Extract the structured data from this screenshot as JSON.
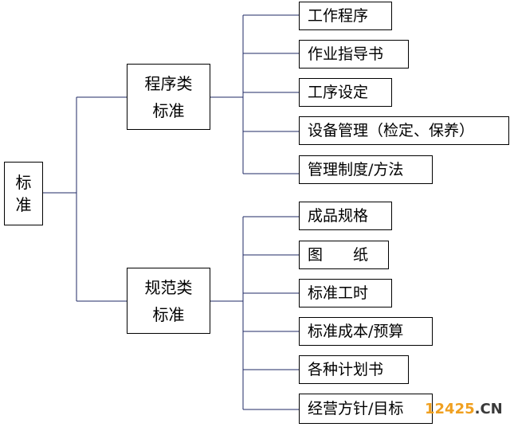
{
  "root": {
    "line1": "标",
    "line2": "准"
  },
  "groups": [
    {
      "label_line1": "程序类",
      "label_line2": "标准",
      "items": [
        "工作程序",
        "作业指导书",
        "工序设定",
        "设备管理（检定、保养）",
        "管理制度/方法"
      ]
    },
    {
      "label_line1": "规范类",
      "label_line2": "标准",
      "items": [
        "成品规格",
        "图　　纸",
        "标准工时",
        "标准成本/预算",
        "各种计划书",
        "经营方针/目标"
      ]
    }
  ],
  "watermark": {
    "number": "12425",
    "suffix": ".CN"
  },
  "colors": {
    "connector": "#1f2a66",
    "border": "#000000",
    "watermark_number": "#f0a020"
  }
}
